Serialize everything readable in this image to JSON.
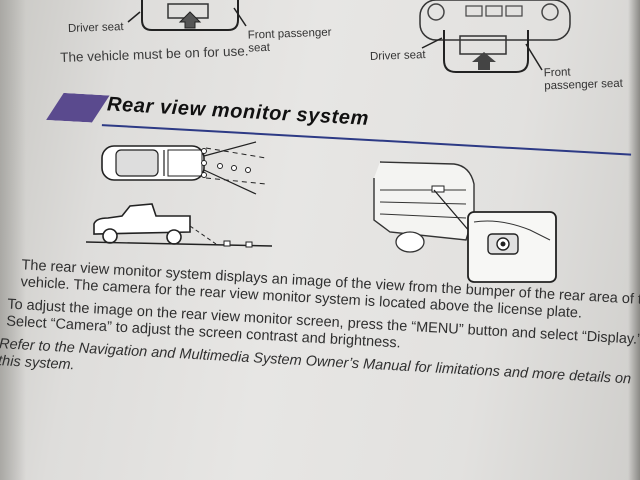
{
  "top": {
    "left_driver_label": "Driver seat",
    "left_front_passenger_label": "Front passenger seat",
    "right_driver_label": "Driver seat",
    "right_front_passenger_label": "Front passenger seat",
    "note": "The vehicle must be on for use."
  },
  "section": {
    "title": "Rear view monitor system"
  },
  "body": {
    "paragraph1": "The rear view monitor system displays an image of the view from the bumper of the rear area of the vehicle. The camera for the rear view monitor system is located above the license plate.",
    "paragraph2": "To adjust the image on the rear view monitor screen, press the “MENU” button and select “Display.” Select “Camera” to adjust the screen contrast and brightness.",
    "paragraph3": "Refer to the Navigation and Multimedia System Owner’s Manual for limitations and more details on this system."
  },
  "colors": {
    "section_accent": "#5a4a8e",
    "section_rule": "#2d3a85",
    "paper": "#e4e3e1"
  }
}
